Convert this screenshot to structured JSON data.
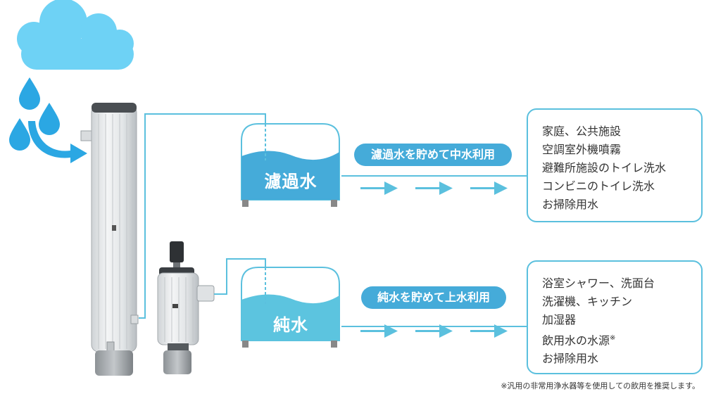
{
  "colors": {
    "cloud": "#6ed2f5",
    "drop": "#2ba7e3",
    "pipe": "#5bc0de",
    "filtered_water": "#45abd9",
    "pure_water": "#5cc4df",
    "pill": "#45abd9",
    "arrow": "#5bc0de",
    "tank_foot": "#888888"
  },
  "icons": [
    "cloud-icon",
    "raindrop-icon",
    "curved-arrow-icon",
    "right-arrow-icon"
  ],
  "tanks": [
    {
      "label": "濾過水"
    },
    {
      "label": "純水"
    }
  ],
  "routes": [
    {
      "pill": "濾過水を貯めて中水利用"
    },
    {
      "pill": "純水を貯めて上水利用"
    }
  ],
  "uses": [
    {
      "items": [
        "家庭、公共施設",
        "空調室外機噴霧",
        "避難所施設のトイレ洗水",
        "コンビニのトイレ洗水",
        "お掃除用水"
      ]
    },
    {
      "items": [
        "浴室シャワー、洗面台",
        "洗濯機、キッチン",
        "加湿器",
        "飲用水の水源",
        "お掃除用水"
      ],
      "marked_item_suffix": "※"
    }
  ],
  "footnote": "※汎用の非常用浄水器等を使用しての飲用を推奨します。"
}
